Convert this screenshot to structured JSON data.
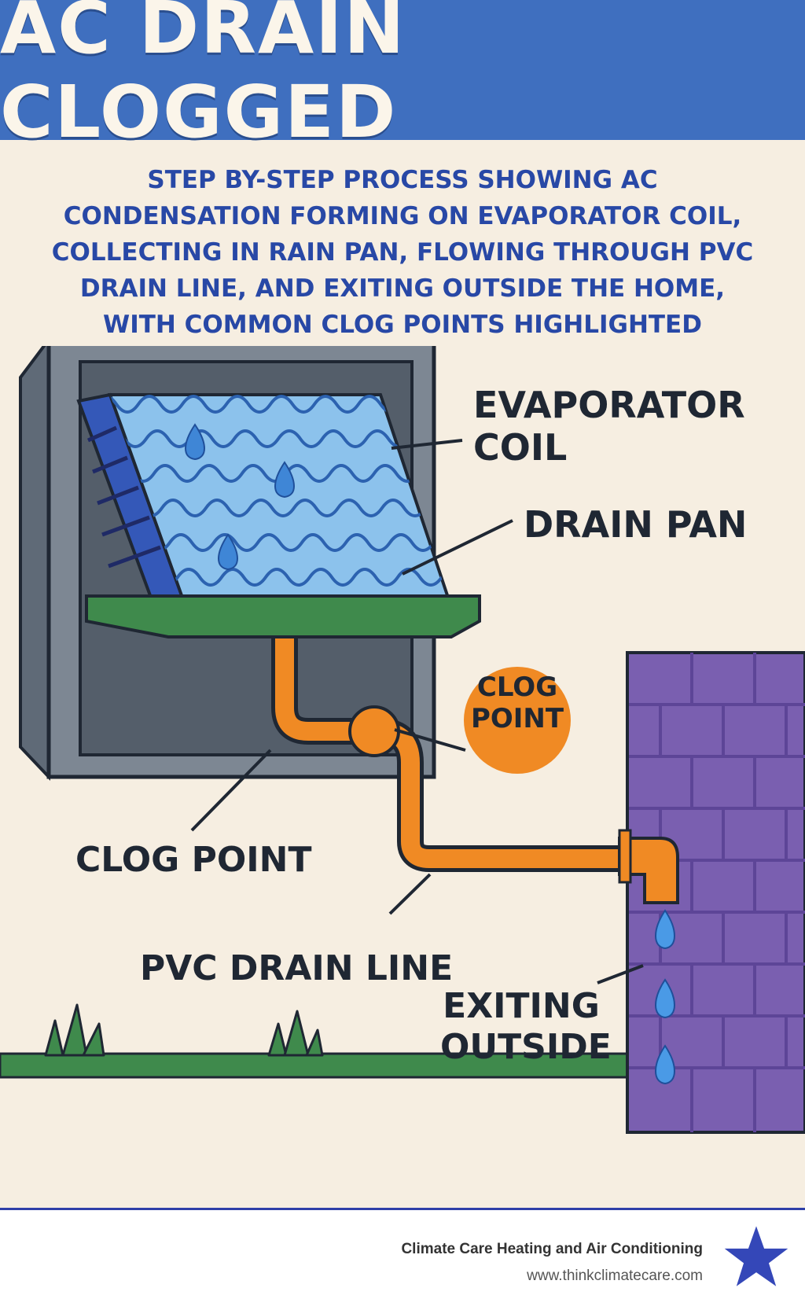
{
  "header": {
    "title": "AC DRAIN CLOGGED"
  },
  "subtitle": "STEP BY-STEP PROCESS SHOWING AC CONDENSATION FORMING ON EVAPORATOR COIL, COLLECTING IN RAIN PAN, FLOWING THROUGH PVC DRAIN LINE, AND EXITING OUTSIDE THE HOME, WITH COMMON CLOG POINTS HIGHLIGHTED",
  "labels": {
    "evaporator_coil": "EVAPORATOR COIL",
    "drain_pan": "DRAIN PAN",
    "clog_point_badge_line1": "CLOG",
    "clog_point_badge_line2": "POINT",
    "clog_point": "CLOG POINT",
    "pvc_drain_line": "PVC DRAIN LINE",
    "exiting_line1": "EXITING",
    "exiting_line2": "OUTSIDE"
  },
  "footer": {
    "company": "Climate Care Heating and Air Conditioning",
    "website": "www.thinkclimatecare.com"
  },
  "colors": {
    "header_bg": "#3f6fbf",
    "title_text": "#fbf5ea",
    "subtitle_text": "#2848a6",
    "background": "#f6eee1",
    "coil_blue": "#8cc2ec",
    "pan_green": "#3f8a4c",
    "pipe_orange": "#f08a24",
    "brick_purple": "#7a5fb0",
    "grass_green": "#3f8a4c",
    "star_blue": "#3447b8"
  },
  "icons": [
    "water-drop-icon",
    "star-icon",
    "grass-icon"
  ]
}
